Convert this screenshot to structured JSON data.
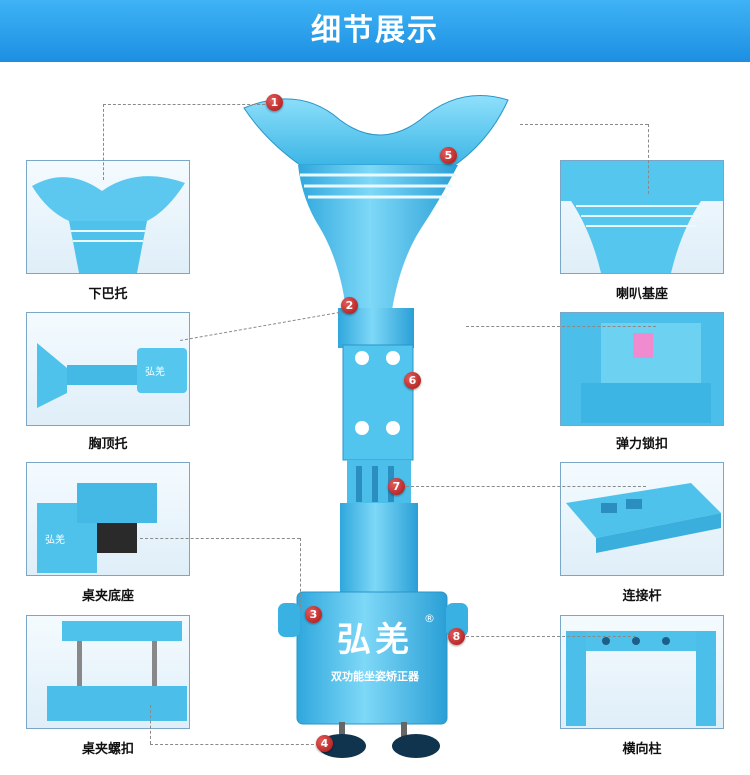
{
  "header": {
    "title": "细节展示"
  },
  "product": {
    "brand": "弘羌",
    "reg_mark": "®",
    "slogan": "双功能坐姿矫正器",
    "thumb2_text": "弘羌",
    "thumb3_text": "弘羌"
  },
  "markers": [
    "1",
    "2",
    "3",
    "4",
    "5",
    "6",
    "7",
    "8"
  ],
  "captions": {
    "chin_rest": "下巴托",
    "chest_rest": "胸顶托",
    "clamp_base": "桌夹底座",
    "clamp_screw": "桌夹螺扣",
    "horn_base": "喇叭基座",
    "spring_lock": "弹力锁扣",
    "connecting_rod": "连接杆",
    "cross_column": "横向柱"
  },
  "colors": {
    "header": "#2aa0ec",
    "product": "#4cc3ee",
    "marker": "#c31f1f"
  }
}
